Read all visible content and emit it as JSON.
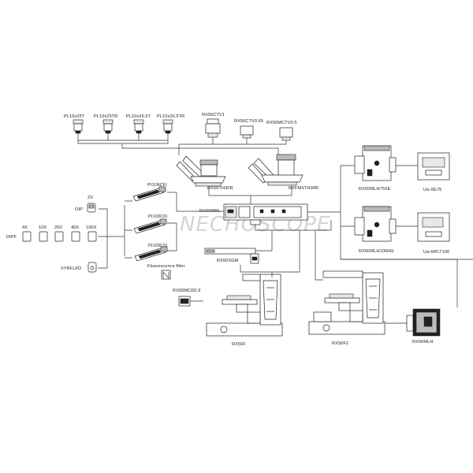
{
  "watermark": "NECHOSCOPE",
  "eyepieces": [
    "PL10x25T",
    "PL10x25TR",
    "PL10x26.5T",
    "PL10x26.5TR"
  ],
  "cameras": [
    "RX50CTV1",
    "RX50CTV0.65",
    "RX50MCTV0.5"
  ],
  "heads": {
    "trinocular": "RX50TH30R",
    "tilting": "RX50TH30R"
  },
  "heads_alt": {
    "tilting": "RXFMSTH30R"
  },
  "polarizers": [
    "PI11NCFI",
    "PI103C6I",
    "PI103C5I"
  ],
  "fluorescence": "Fluorescence filter",
  "illuminator": "RX50MRL",
  "left_items": {
    "oip": "OIP",
    "oip_2x": "2X",
    "dipf": "DIPF",
    "xyrflfd": "XYRFLFD"
  },
  "objectives": [
    "4X",
    "10X",
    "20X",
    "40X",
    "100X"
  ],
  "stage": "RX50SGM",
  "condenser": "RX50MCD0.9",
  "frames": [
    "RX50F",
    "RX50F2"
  ],
  "lamphouses": [
    "RX50MLH75XE",
    "RX50MLH100HG"
  ],
  "power_supplies": [
    "Ua-XE75",
    "Ua-HPLT100"
  ],
  "lamp": "RX50MLH"
}
